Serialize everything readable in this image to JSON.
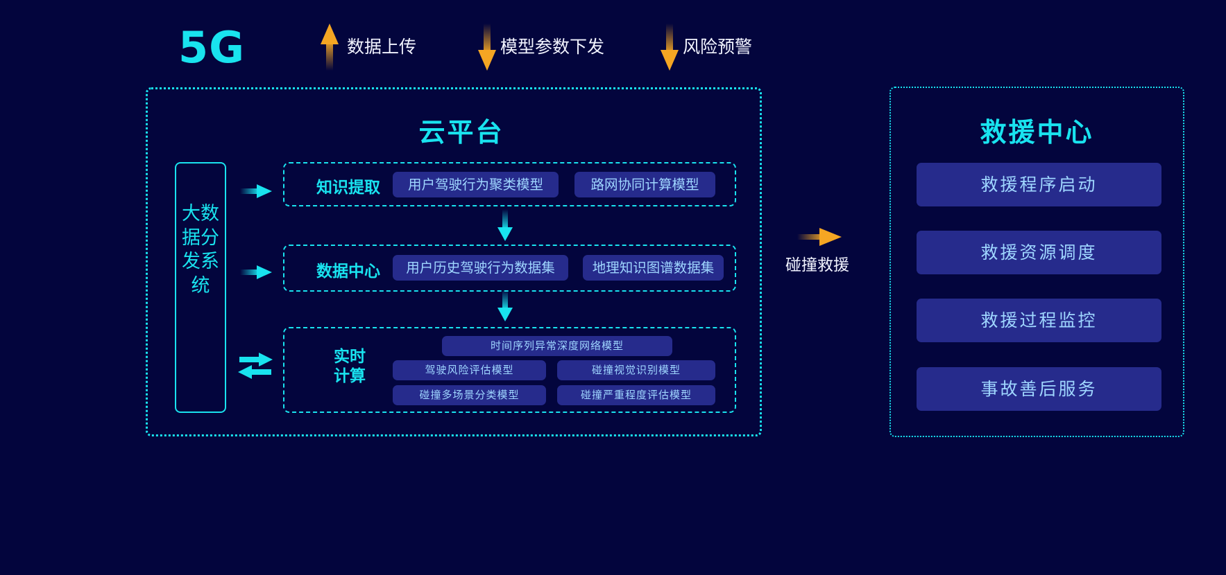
{
  "header": {
    "network": "5G",
    "legend": [
      {
        "label": "数据上传",
        "direction": "up"
      },
      {
        "label": "模型参数下发",
        "direction": "down"
      },
      {
        "label": "风险预警",
        "direction": "down"
      }
    ]
  },
  "cloud": {
    "title": "云平台",
    "bigdata_label": "大数据分发系统",
    "rows": [
      {
        "label": "知识提取",
        "items": [
          "用户驾驶行为聚类模型",
          "路网协同计算模型"
        ]
      },
      {
        "label": "数据中心",
        "items": [
          "用户历史驾驶行为数据集",
          "地理知识图谱数据集"
        ]
      },
      {
        "label_line1": "实时",
        "label_line2": "计算",
        "items": [
          "时间序列异常深度网络模型",
          "驾驶风险评估模型",
          "碰撞视觉识别模型",
          "碰撞多场景分类模型",
          "碰撞严重程度评估模型"
        ]
      }
    ]
  },
  "link": {
    "label": "碰撞救援"
  },
  "rescue": {
    "title": "救援中心",
    "items": [
      "救援程序启动",
      "救援资源调度",
      "救援过程监控",
      "事故善后服务"
    ]
  },
  "colors": {
    "background": "#03053d",
    "accent_cyan": "#19e3ef",
    "accent_orange": "#f5a623",
    "pill_fill": "#262b8c",
    "pill_text": "#9fd6ff"
  }
}
